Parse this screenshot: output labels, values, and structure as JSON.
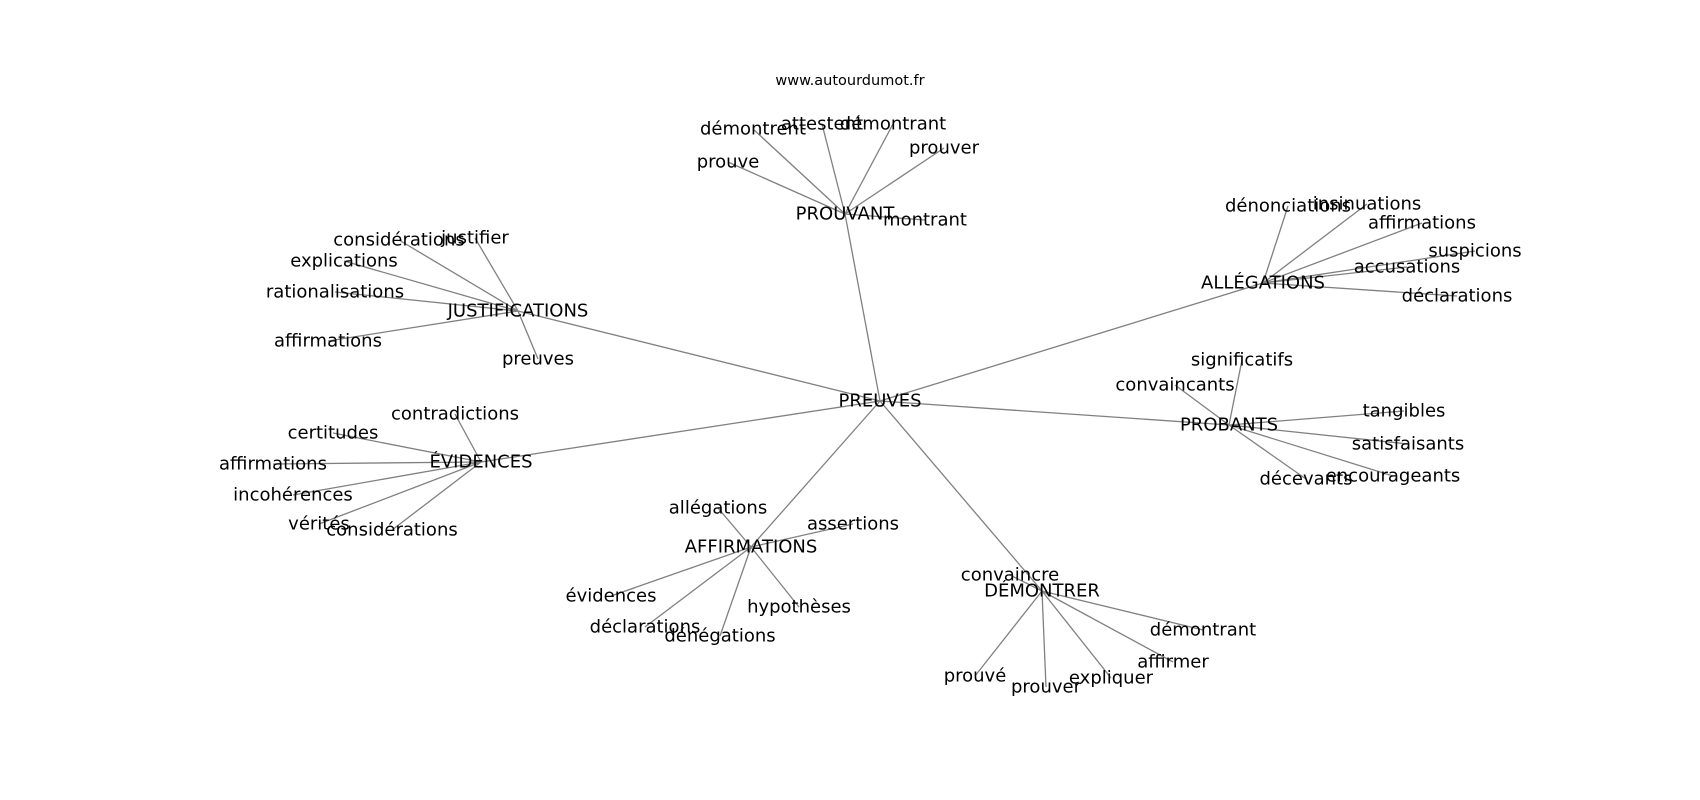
{
  "watermark": "www.autourdumot.fr",
  "colors": {
    "edge": "#808080",
    "text": "#000000",
    "background": "#ffffff"
  },
  "root": "PREUVES",
  "groups": [
    {
      "hub": "PROUVANT",
      "leaves": [
        "démontrent",
        "attestent",
        "démontrant",
        "prouver",
        "prouve",
        "montrant"
      ]
    },
    {
      "hub": "JUSTIFICATIONS",
      "leaves": [
        "considérations",
        "justifier",
        "explications",
        "rationalisations",
        "affirmations",
        "preuves"
      ]
    },
    {
      "hub": "ALLÉGATIONS",
      "leaves": [
        "dénonciations",
        "insinuations",
        "affirmations",
        "suspicions",
        "accusations",
        "déclarations"
      ]
    },
    {
      "hub": "ÉVIDENCES",
      "leaves": [
        "contradictions",
        "certitudes",
        "affirmations",
        "incohérences",
        "vérités",
        "considérations"
      ]
    },
    {
      "hub": "PROBANTS",
      "leaves": [
        "significatifs",
        "convaincants",
        "tangibles",
        "satisfaisants",
        "décevants",
        "encourageants"
      ]
    },
    {
      "hub": "AFFIRMATIONS",
      "leaves": [
        "allégations",
        "assertions",
        "évidences",
        "hypothèses",
        "déclarations",
        "dénégations"
      ]
    },
    {
      "hub": "DÉMONTRER",
      "leaves": [
        "convaincre",
        "démontrant",
        "affirmer",
        "prouvé",
        "prouver",
        "expliquer"
      ]
    }
  ]
}
